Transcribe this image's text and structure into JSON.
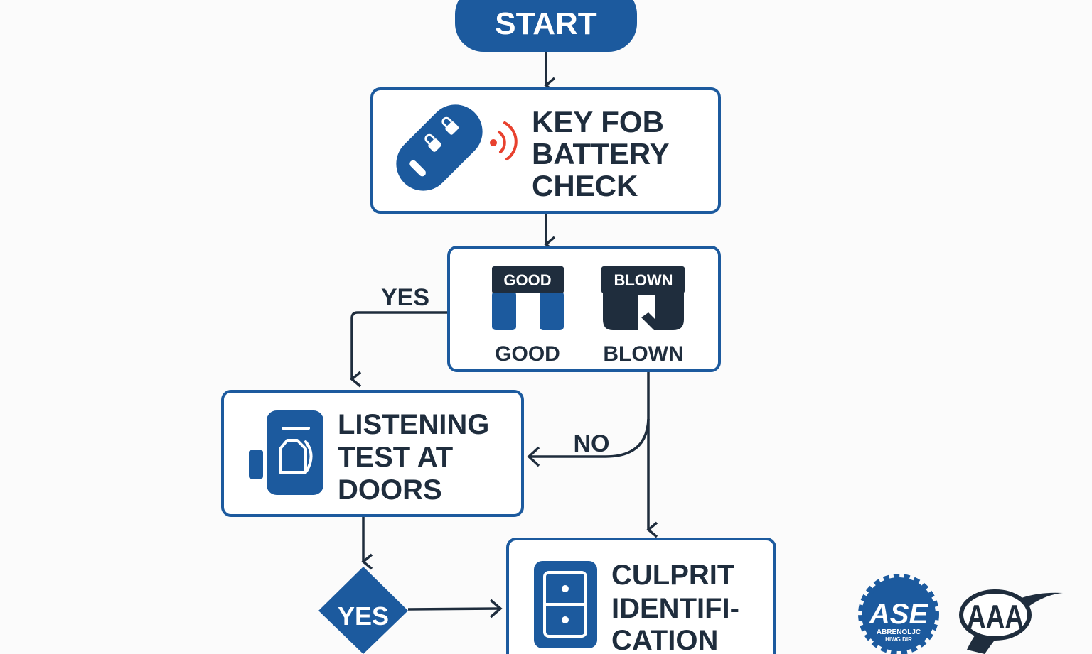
{
  "colors": {
    "blue": "#1c5a9e",
    "navy": "#1f2d3d",
    "signal_red": "#e8412e",
    "background": "#fbfbfb"
  },
  "start": {
    "label": "START"
  },
  "key_fob_check": {
    "lines": [
      "KEY FOB",
      "BATTERY",
      "CHECK"
    ],
    "icon": "key-fob-icon"
  },
  "fuse_check": {
    "good": {
      "tag": "GOOD",
      "label": "GOOD",
      "icon": "good-fuse-icon"
    },
    "blown": {
      "tag": "BLOWN",
      "label": "BLOWN",
      "icon": "blown-fuse-icon"
    }
  },
  "edges": {
    "yes_label": "YES",
    "no_label": "NO"
  },
  "listening_test": {
    "lines": [
      "LISTENING",
      "TEST AT",
      "DOORS"
    ],
    "icon": "door-actuator-icon"
  },
  "decision": {
    "label": "YES"
  },
  "culprit": {
    "lines": [
      "CULPRIT",
      "IDENTIFI-",
      "CATION"
    ],
    "icon": "door-lock-module-icon"
  },
  "logos": {
    "ase": {
      "text": "ASE",
      "subtext": [
        "ABRENOLJC",
        "HIWG DIR"
      ]
    },
    "aaa": {
      "text": "AAA"
    }
  }
}
